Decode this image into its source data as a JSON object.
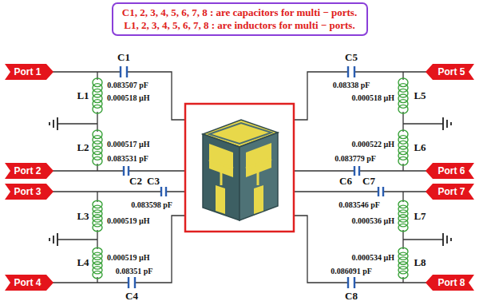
{
  "diagram": {
    "nodes": [
      {
        "text": [
          "C1, 2, 3, 4, 5, 6, 7, 8 : are capacitors for multi − ports.",
          "L1, 2, 3, 4, 5, 6, 7, 8 : are inductors for multi − ports."
        ]
      },
      {
        "text": [
          "Port 1"
        ]
      },
      {
        "text": [
          "Port 2"
        ]
      },
      {
        "text": [
          "Port 3"
        ]
      },
      {
        "text": [
          "Port 4"
        ]
      },
      {
        "text": [
          "Port 5"
        ]
      },
      {
        "text": [
          "Port 6"
        ]
      },
      {
        "text": [
          "Port 7"
        ]
      },
      {
        "text": [
          "Port 8"
        ]
      }
    ],
    "labels": [
      "C1",
      "0.083507 pF",
      "L1",
      "0.000518 µH",
      "L2",
      "0.000517 µH",
      "0.083531 pF",
      "C2",
      "C3",
      "0.083598 pF",
      "L3",
      "0.000519 µH",
      "L4",
      "0.000519 µH",
      "0.08351 pF",
      "C4",
      "C5",
      "0.08338 pF",
      "0.000518 µH",
      "L5",
      "0.000522 µH",
      "L6",
      "0.083779 pF",
      "C6",
      "C7",
      "0.083546 pF",
      "0.000536 µH",
      "L7",
      "0.000534 µH",
      "L8",
      "0.086091 pF",
      "C8"
    ]
  }
}
